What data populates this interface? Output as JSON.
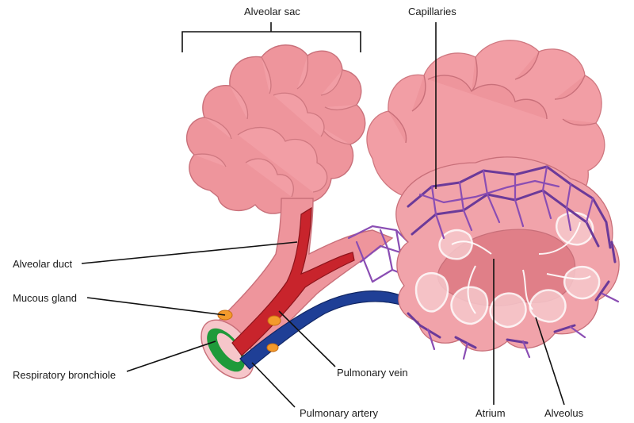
{
  "labels": {
    "alveolar_sac": "Alveolar sac",
    "capillaries": "Capillaries",
    "alveolar_duct": "Alveolar duct",
    "mucous_gland": "Mucous gland",
    "respiratory_bronchiole": "Respiratory bronchiole",
    "pulmonary_vein": "Pulmonary vein",
    "pulmonary_artery": "Pulmonary artery",
    "atrium": "Atrium",
    "alveolus": "Alveolus"
  },
  "colors": {
    "alveolar_tissue": "#ee959c",
    "pulmonary_vein": "#c8242c",
    "pulmonary_artery": "#1f3f96",
    "capillaries": "#6b3a99",
    "mucous_gland": "#f39a2c",
    "bronchiole_lining": "#1f9a3a"
  }
}
